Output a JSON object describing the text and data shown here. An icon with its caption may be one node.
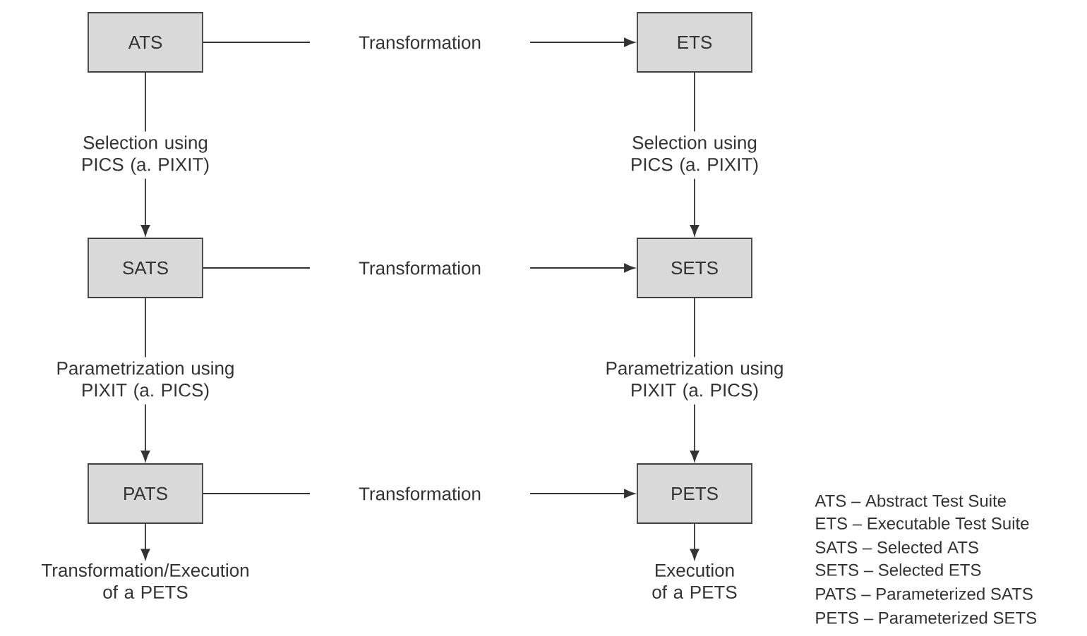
{
  "diagram": {
    "nodes": [
      {
        "text": [
          "ATS"
        ]
      },
      {
        "text": [
          "ETS"
        ]
      },
      {
        "text": [
          "SATS"
        ]
      },
      {
        "text": [
          "SETS"
        ]
      },
      {
        "text": [
          "PATS"
        ]
      },
      {
        "text": [
          "PETS"
        ]
      },
      {
        "text": [
          "Transformation/Execution of a PETS"
        ]
      },
      {
        "text": [
          "Execution of a PETS"
        ]
      }
    ],
    "edges": [
      {
        "from": 0,
        "to": 1,
        "arrow": "to",
        "label": "Transformation"
      },
      {
        "from": 0,
        "to": 2,
        "arrow": "to",
        "label": "Selection using PICS (a. PIXIT)"
      },
      {
        "from": 1,
        "to": 3,
        "arrow": "to",
        "label": "Selection using PICS (a. PIXIT)"
      },
      {
        "from": 2,
        "to": 3,
        "arrow": "to",
        "label": "Transformation"
      },
      {
        "from": 2,
        "to": 4,
        "arrow": "to",
        "label": "Parametrization using PIXIT (a. PICS)"
      },
      {
        "from": 3,
        "to": 5,
        "arrow": "to",
        "label": "Parametrization using PIXIT (a. PICS)"
      },
      {
        "from": 4,
        "to": 5,
        "arrow": "to",
        "label": "Transformation"
      },
      {
        "from": 4,
        "to": 6,
        "arrow": "to"
      },
      {
        "from": 5,
        "to": 7,
        "arrow": "to"
      }
    ],
    "labels": [
      "ATS – Abstract Test Suite",
      "ETS – Executable Test Suite",
      "SATS – Selected ATS",
      "SETS – Selected ETS",
      "PATS – Parameterized SATS",
      "PETS – Parameterized SETS"
    ]
  }
}
